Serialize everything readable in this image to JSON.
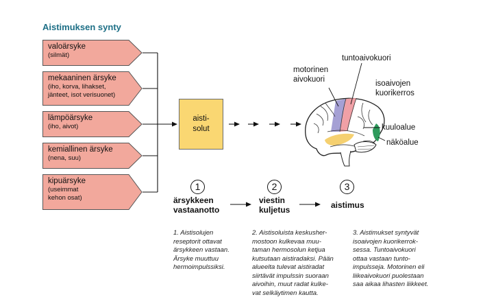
{
  "title": "Aistimuksen synty",
  "stimuli": [
    {
      "label": "valoärsyke",
      "sub": "(silmät)"
    },
    {
      "label": "mekaaninen ärsyke",
      "sub": "(iho, korva, lihakset,\njänteet, isot verisuonet)"
    },
    {
      "label": "lämpöärsyke",
      "sub": "(iho, aivot)"
    },
    {
      "label": "kemiallinen ärsyke",
      "sub": "(nena, suu)"
    },
    {
      "label": "kipuärsyke",
      "sub": "(useimmat\nkehon osat)"
    }
  ],
  "receptor": {
    "label": "aisti-\nsolut"
  },
  "brain_labels": {
    "motor": "motorinen\naivokuori",
    "sensory": "tuntoaivokuori",
    "cortex": "isoaivojen\nkuorikerros",
    "auditory": "kuuloalue",
    "visual": "näköalue"
  },
  "steps": [
    {
      "number": "1",
      "title": "ärsykkeen\nvastaanotto",
      "description": "1. Aistisolujen\nreseptorit ottavat\närsykkeen vastaan.\nÄrsyke muuttuu\nhermoimpulssiksi."
    },
    {
      "number": "2",
      "title": "viestin\nkuljetus",
      "description": "2. Aistisoluista keskusher-\nmostoon kulkevaa muu-\ntaman hermosolun ketjua\nkutsutaan aistiradaksi. Pään\nalueelta tulevat aistiradat\nsiirtävät impulssin suoraan\naivoihin, muut radat kulke-\nvat selkäytimen kautta."
    },
    {
      "number": "3",
      "title": "aistimus",
      "description": "3. Aistimukset syntyvät\nisoaivojen kuorikerrok-\nsessa. Tuntoaivokuori\nottaa vastaan tunto-\nimpulsseja. Motorinen eli\nliikeaivokuori puolestaan\nsaa aikaa lihasten liikkeet."
    }
  ],
  "colors": {
    "title": "#1d6f86",
    "stimulus_fill": "#f2a89c",
    "receptor_fill": "#fad772",
    "motor_area": "#a5a0d4",
    "sensory_area": "#f0a0a6",
    "auditory_area": "#f5d070",
    "visual_area": "#2e9a5c"
  }
}
